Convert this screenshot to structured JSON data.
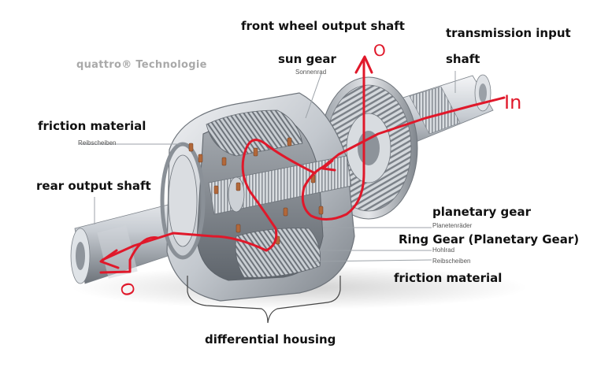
{
  "brand_text": "quattro® Technologie",
  "labels": {
    "front_output": "front wheel output shaft",
    "transmission_input_line1": "transmission input",
    "transmission_input_line2": "shaft",
    "sun_gear": "sun gear",
    "sun_gear_de": "Sonnenrad",
    "friction_top": "friction material",
    "friction_top_de": "Reibscheiben",
    "rear_output": "rear output shaft",
    "planetary_gear": "planetary gear",
    "planetary_gear_de": "Planetenräder",
    "ring_gear": "Ring Gear (Planetary Gear)",
    "ring_gear_de": "Hohlrad",
    "friction_bottom_de": "Reibscheiben",
    "friction_bottom": "friction material",
    "housing": "differential housing"
  },
  "annotations": {
    "in_mark": "In",
    "out_front": "O",
    "out_rear": "O"
  },
  "colors": {
    "annotation_red": "#e0182a",
    "metal_light": "#e9ebee",
    "metal_mid": "#b8bdc3",
    "metal_dark": "#6f757c",
    "gear_copper": "#b2683a"
  }
}
